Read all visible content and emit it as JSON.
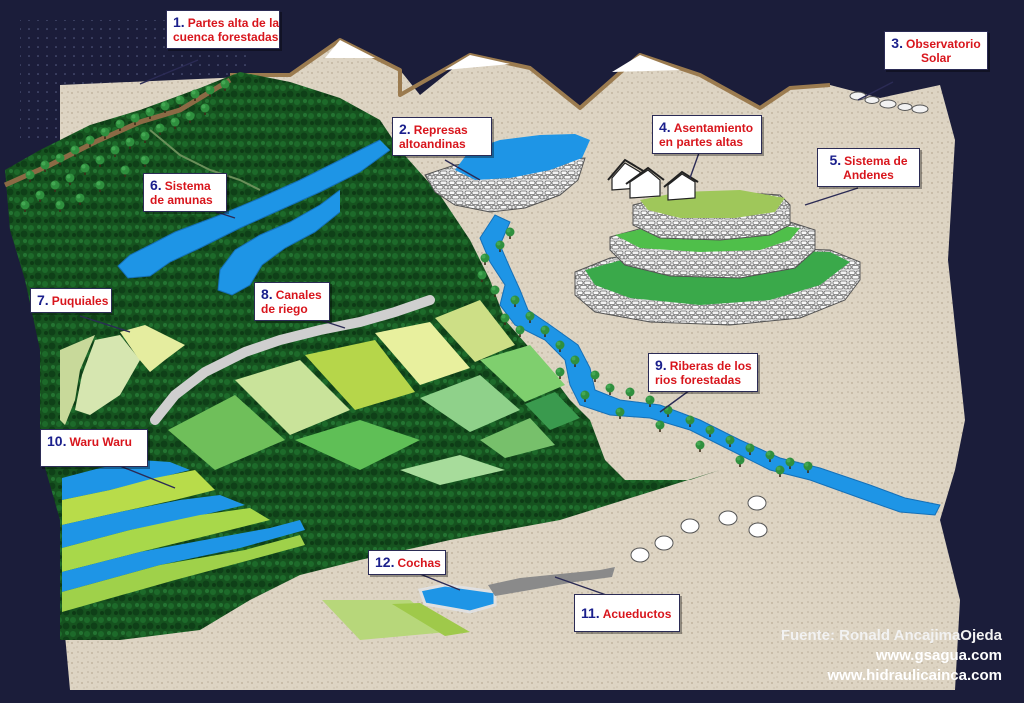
{
  "labels": [
    {
      "num": "1.",
      "lines": [
        "Partes alta de la",
        "cuenca forestadas"
      ]
    },
    {
      "num": "2.",
      "lines": [
        "Represas",
        "altoandinas"
      ]
    },
    {
      "num": "3.",
      "lines": [
        "Observatorio",
        "Solar"
      ]
    },
    {
      "num": "4.",
      "lines": [
        "Asentamiento",
        "en partes altas"
      ]
    },
    {
      "num": "5.",
      "lines": [
        "Sistema de",
        "Andenes"
      ]
    },
    {
      "num": "6.",
      "lines": [
        "Sistema",
        "de amunas"
      ]
    },
    {
      "num": "7.",
      "lines": [
        "Puquiales"
      ]
    },
    {
      "num": "8.",
      "lines": [
        "Canales",
        "de riego"
      ]
    },
    {
      "num": "9.",
      "lines": [
        "Riberas de los",
        "rios forestadas"
      ]
    },
    {
      "num": "10.",
      "lines": [
        "Waru Waru"
      ]
    },
    {
      "num": "11.",
      "lines": [
        "Acueductos"
      ]
    },
    {
      "num": "12.",
      "lines": [
        "Cochas"
      ]
    }
  ],
  "credits": {
    "source": "Fuente: Ronald AncajimaOjeda",
    "site1": "www.gsagua.com",
    "site2": "www.hidraulicainca.com"
  },
  "colors": {
    "background": "#1b1d3a",
    "forest": "#14501f",
    "land": "#ddd3c1",
    "water": "#1a8fe0",
    "label_text": "#d8151c",
    "label_number": "#1a1f8c"
  }
}
